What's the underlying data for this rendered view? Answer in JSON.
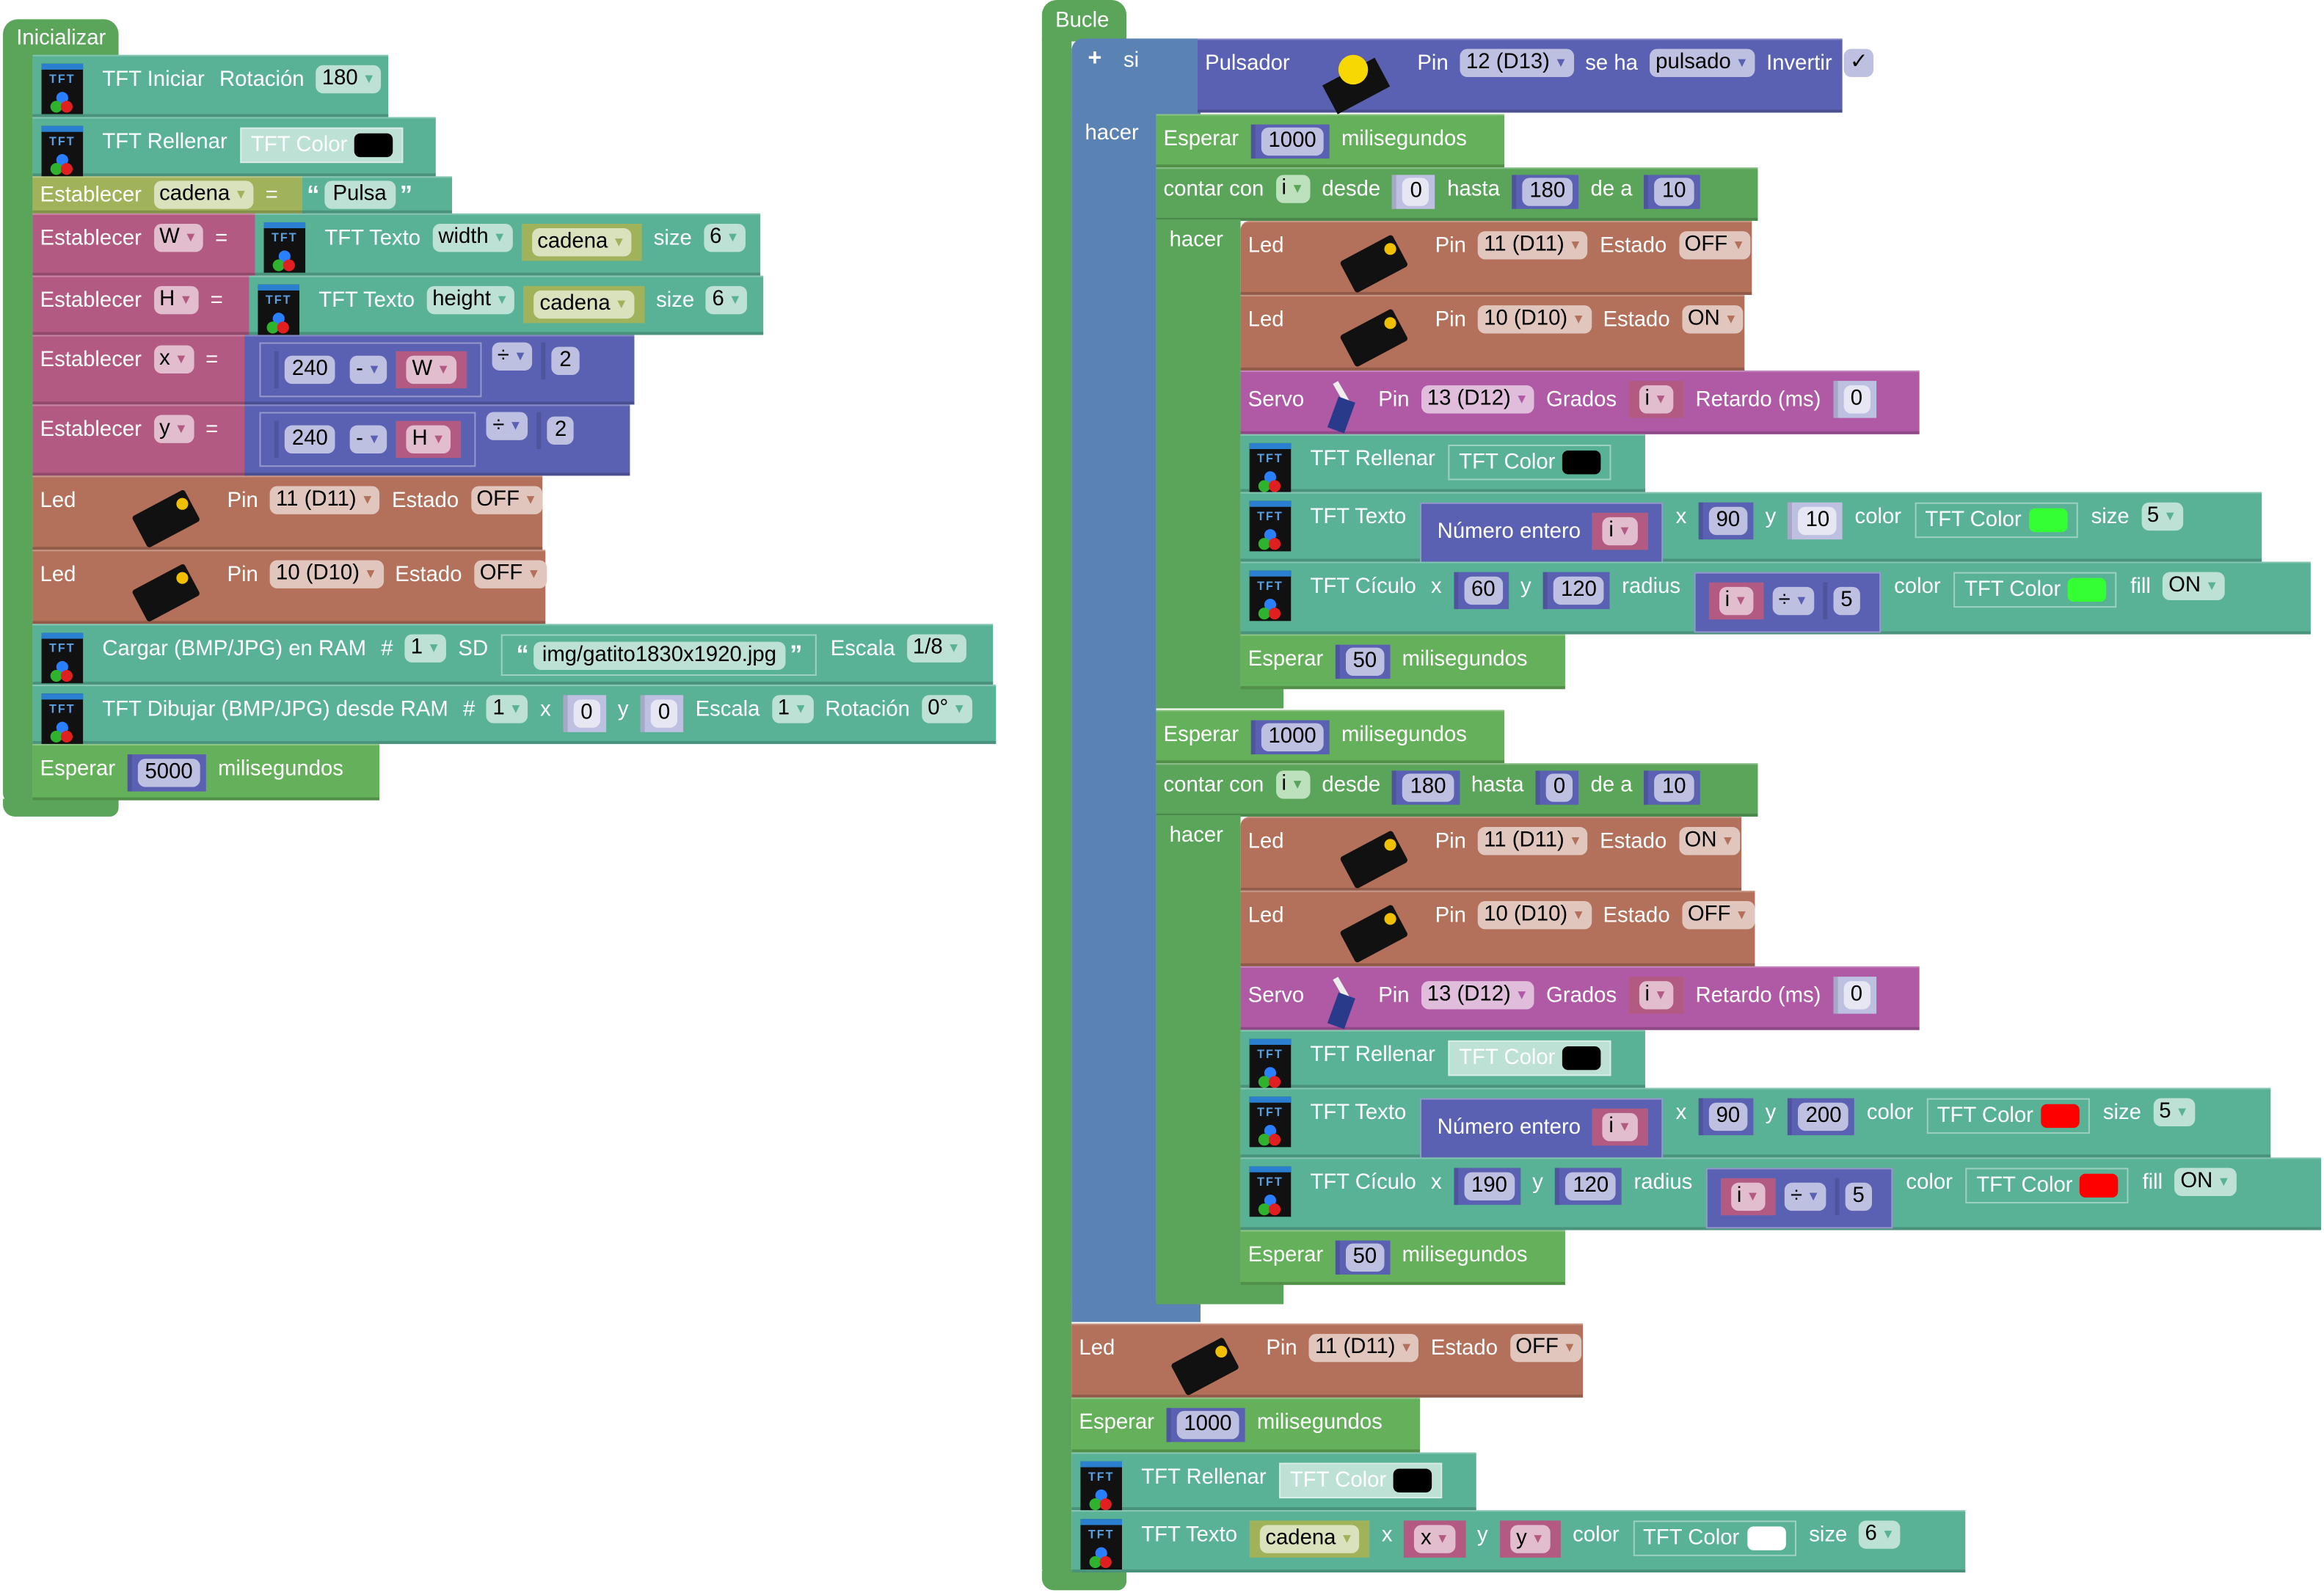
{
  "setup": {
    "hat_label": "Inicializar",
    "tft_init": {
      "label": "TFT Iniciar",
      "rotation_label": "Rotación",
      "rotation": "180"
    },
    "tft_fill": {
      "label": "TFT Rellenar",
      "color_label": "TFT Color",
      "color": "#000000"
    },
    "set_cadena": {
      "label": "Establecer",
      "var": "cadena",
      "eq": "=",
      "value": "Pulsa"
    },
    "set_w": {
      "label": "Establecer",
      "var": "W",
      "eq": "=",
      "fn": "TFT Texto",
      "prop": "width",
      "arg": "cadena",
      "size_label": "size",
      "size": "6"
    },
    "set_h": {
      "label": "Establecer",
      "var": "H",
      "eq": "=",
      "fn": "TFT Texto",
      "prop": "height",
      "arg": "cadena",
      "size_label": "size",
      "size": "6"
    },
    "set_x": {
      "label": "Establecer",
      "var": "x",
      "eq": "=",
      "a": "240",
      "op1": "-",
      "b": "W",
      "op2": "÷",
      "c": "2"
    },
    "set_y": {
      "label": "Establecer",
      "var": "y",
      "eq": "=",
      "a": "240",
      "op1": "-",
      "b": "H",
      "op2": "÷",
      "c": "2"
    },
    "led1": {
      "label": "Led",
      "pin_label": "Pin",
      "pin": "11 (D11)",
      "state_label": "Estado",
      "state": "OFF"
    },
    "led2": {
      "label": "Led",
      "pin_label": "Pin",
      "pin": "10 (D10)",
      "state_label": "Estado",
      "state": "OFF"
    },
    "load": {
      "label": "Cargar (BMP/JPG) en RAM",
      "hash": "#",
      "slot": "1",
      "sd_label": "SD",
      "file": "img/gatito1830x1920.jpg",
      "scale_label": "Escala",
      "scale": "1/8"
    },
    "draw": {
      "label": "TFT Dibujar (BMP/JPG) desde RAM",
      "hash": "#",
      "slot": "1",
      "x_label": "x",
      "x": "0",
      "y_label": "y",
      "y": "0",
      "scale_label": "Escala",
      "scale": "1",
      "rot_label": "Rotación",
      "rot": "0°"
    },
    "wait": {
      "label": "Esperar",
      "ms": "5000",
      "unit": "milisegundos"
    }
  },
  "loop": {
    "hat_label": "Bucle",
    "if": {
      "plus": "+",
      "label": "si",
      "do_label": "hacer",
      "cond": {
        "label": "Pulsador",
        "pin_label": "Pin",
        "pin": "12 (D13)",
        "mid": "se ha",
        "event": "pulsado",
        "invert_label": "Invertir",
        "invert": "✓"
      }
    },
    "wait_a": {
      "label": "Esperar",
      "ms": "1000",
      "unit": "milisegundos"
    },
    "for_up": {
      "label": "contar con",
      "var": "i",
      "from_label": "desde",
      "from": "0",
      "to_label": "hasta",
      "to": "180",
      "step_label": "de a",
      "step": "10",
      "do_label": "hacer",
      "led1": {
        "label": "Led",
        "pin_label": "Pin",
        "pin": "11 (D11)",
        "state_label": "Estado",
        "state": "OFF"
      },
      "led2": {
        "label": "Led",
        "pin_label": "Pin",
        "pin": "10 (D10)",
        "state_label": "Estado",
        "state": "ON"
      },
      "servo": {
        "label": "Servo",
        "pin_label": "Pin",
        "pin": "13 (D12)",
        "deg_label": "Grados",
        "deg": "i",
        "delay_label": "Retardo (ms)",
        "delay": "0"
      },
      "fill": {
        "label": "TFT Rellenar",
        "color_label": "TFT Color",
        "color": "#000000"
      },
      "text": {
        "label": "TFT Texto",
        "int_label": "Número entero",
        "var": "i",
        "x_label": "x",
        "x": "90",
        "y_label": "y",
        "y": "10",
        "color_label": "color",
        "tftcolor": "TFT Color",
        "color": "#33ff33",
        "size_label": "size",
        "size": "5"
      },
      "circle": {
        "label": "TFT Cículo",
        "x_label": "x",
        "x": "60",
        "y_label": "y",
        "y": "120",
        "r_label": "radius",
        "r_var": "i",
        "r_op": "÷",
        "r_div": "5",
        "color_label": "color",
        "tftcolor": "TFT Color",
        "color": "#33ff33",
        "fill_label": "fill",
        "fill": "ON"
      },
      "wait": {
        "label": "Esperar",
        "ms": "50",
        "unit": "milisegundos"
      }
    },
    "wait_b": {
      "label": "Esperar",
      "ms": "1000",
      "unit": "milisegundos"
    },
    "for_down": {
      "label": "contar con",
      "var": "i",
      "from_label": "desde",
      "from": "180",
      "to_label": "hasta",
      "to": "0",
      "step_label": "de a",
      "step": "10",
      "do_label": "hacer",
      "led1": {
        "label": "Led",
        "pin_label": "Pin",
        "pin": "11 (D11)",
        "state_label": "Estado",
        "state": "ON"
      },
      "led2": {
        "label": "Led",
        "pin_label": "Pin",
        "pin": "10 (D10)",
        "state_label": "Estado",
        "state": "OFF"
      },
      "servo": {
        "label": "Servo",
        "pin_label": "Pin",
        "pin": "13 (D12)",
        "deg_label": "Grados",
        "deg": "i",
        "delay_label": "Retardo (ms)",
        "delay": "0"
      },
      "fill": {
        "label": "TFT Rellenar",
        "color_label": "TFT Color",
        "color": "#000000"
      },
      "text": {
        "label": "TFT Texto",
        "int_label": "Número entero",
        "var": "i",
        "x_label": "x",
        "x": "90",
        "y_label": "y",
        "y": "200",
        "color_label": "color",
        "tftcolor": "TFT Color",
        "color": "#ff0000",
        "size_label": "size",
        "size": "5"
      },
      "circle": {
        "label": "TFT Cículo",
        "x_label": "x",
        "x": "190",
        "y_label": "y",
        "y": "120",
        "r_label": "radius",
        "r_var": "i",
        "r_op": "÷",
        "r_div": "5",
        "color_label": "color",
        "tftcolor": "TFT Color",
        "color": "#ff0000",
        "fill_label": "fill",
        "fill": "ON"
      },
      "wait": {
        "label": "Esperar",
        "ms": "50",
        "unit": "milisegundos"
      }
    },
    "led_after": {
      "label": "Led",
      "pin_label": "Pin",
      "pin": "11 (D11)",
      "state_label": "Estado",
      "state": "OFF"
    },
    "wait_c": {
      "label": "Esperar",
      "ms": "1000",
      "unit": "milisegundos"
    },
    "fill_after": {
      "label": "TFT Rellenar",
      "color_label": "TFT Color",
      "color": "#000000"
    },
    "text_after": {
      "label": "TFT Texto",
      "arg": "cadena",
      "x_label": "x",
      "x": "x",
      "y_label": "y",
      "y": "y",
      "color_label": "color",
      "tftcolor": "TFT Color",
      "color": "#ffffff",
      "size_label": "size",
      "size": "6"
    }
  }
}
